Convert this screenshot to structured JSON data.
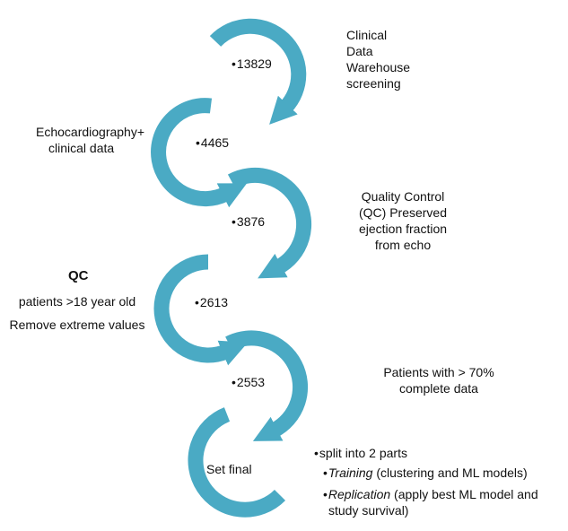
{
  "colors": {
    "arrow": "#4aaac4",
    "text": "#111111"
  },
  "steps": [
    {
      "count": "13829",
      "note_lines": [
        "Clinical",
        "Data",
        "Warehouse",
        "screening"
      ]
    },
    {
      "count": "4465",
      "note_lines": [
        "Echocardiography+",
        "clinical data"
      ]
    },
    {
      "count": "3876",
      "note_lines": [
        "Quality Control",
        "(QC) Preserved",
        "ejection fraction",
        "from echo"
      ]
    },
    {
      "count": "2613",
      "qc_title": "QC",
      "note_lines": [
        "patients >18 year old",
        "Remove extreme values"
      ]
    },
    {
      "count": "2553",
      "note_lines": [
        "Patients with > 70%",
        "complete data"
      ]
    },
    {
      "count": "Set final"
    }
  ],
  "final_notes": {
    "intro": "split into 2 parts",
    "training_term": "Training",
    "training_rest": " (clustering and ML models)",
    "replication_term": "Replication",
    "replication_rest": " (apply best ML model and",
    "replication_line2": "study survival)"
  }
}
